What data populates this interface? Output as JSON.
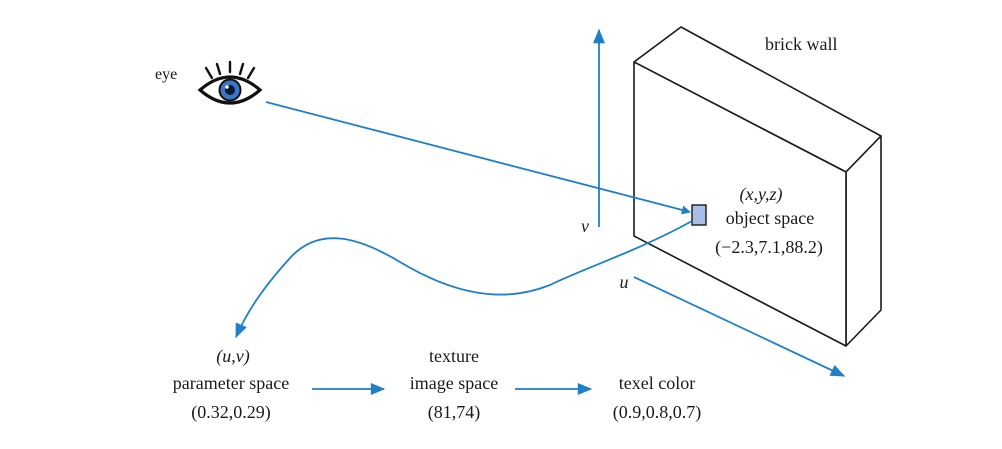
{
  "colors": {
    "arrow": "#1f7fc8",
    "patch_fill": "#a9bde6",
    "eye_iris": "#3a76c4",
    "ink": "#1a1a1a"
  },
  "labels": {
    "eye": "eye",
    "brick_wall": "brick wall",
    "v_axis": "v",
    "u_axis": "u",
    "object_coords": "(x,y,z)",
    "object_space": "object space",
    "object_values": "(−2.3,7.1,88.2)",
    "param_coords": "(u,v)",
    "param_space": "parameter space",
    "param_values": "(0.32,0.29)",
    "texture_line1": "texture",
    "texture_line2": "image space",
    "texture_values": "(81,74)",
    "texel_line1": "texel color",
    "texel_values": "(0.9,0.8,0.7)"
  },
  "icons": {
    "eye": "eye-icon"
  }
}
